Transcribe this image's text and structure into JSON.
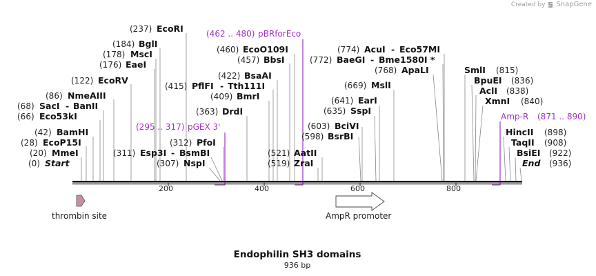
{
  "credit": {
    "prefix": "Created by",
    "brand": "SnapGene"
  },
  "map": {
    "title": "Endophilin SH3 domains",
    "length_label": "936 bp",
    "length": 936,
    "ticks": [
      "200",
      "400",
      "600",
      "800"
    ],
    "sites_left": [
      {
        "pos": "(237)",
        "name": "EcoRI",
        "bp": 237
      },
      {
        "pos": "(184)",
        "name": "BglI",
        "bp": 184
      },
      {
        "pos": "(178)",
        "name": "MscI",
        "bp": 178
      },
      {
        "pos": "(176)",
        "name": "EaeI",
        "bp": 176
      },
      {
        "pos": "(122)",
        "name": "EcoRV",
        "bp": 122
      },
      {
        "pos": "(86)",
        "name": "NmeAIII",
        "bp": 86
      },
      {
        "pos": "(68)",
        "name": "SacI",
        "name2": "BanII",
        "bp": 68
      },
      {
        "pos": "(66)",
        "name": "Eco53kI",
        "bp": 66
      },
      {
        "pos": "(42)",
        "name": "BamHI",
        "bp": 42
      },
      {
        "pos": "(28)",
        "name": "EcoP15I",
        "bp": 28
      },
      {
        "pos": "(20)",
        "name": "MmeI",
        "bp": 20
      },
      {
        "pos": "(0)",
        "name": "Start",
        "bp": 0,
        "italic": true
      }
    ],
    "sites_mid": [
      {
        "pos": "(460)",
        "name": "EcoO109I",
        "bp": 460
      },
      {
        "pos": "(457)",
        "name": "BbsI",
        "bp": 457
      },
      {
        "pos": "(422)",
        "name": "BsaAI",
        "bp": 422
      },
      {
        "pos": "(415)",
        "name": "PflFI",
        "name2": "Tth111I",
        "bp": 415
      },
      {
        "pos": "(409)",
        "name": "BmrI",
        "bp": 409
      },
      {
        "pos": "(363)",
        "name": "DrdI",
        "bp": 363
      },
      {
        "pos": "(312)",
        "name": "PfoI",
        "bp": 312
      },
      {
        "pos": "(311)",
        "name": "Esp3I",
        "name2": "BsmBI",
        "bp": 311
      },
      {
        "pos": "(307)",
        "name": "NspI",
        "bp": 307
      }
    ],
    "sites_mid_right": [
      {
        "pos": "(521)",
        "name": "AatII",
        "bp": 521
      },
      {
        "pos": "(519)",
        "name": "ZraI",
        "bp": 519
      },
      {
        "pos": "(598)",
        "name": "BsrBI",
        "bp": 598
      },
      {
        "pos": "(603)",
        "name": "BciVI",
        "bp": 603
      },
      {
        "pos": "(635)",
        "name": "SspI",
        "bp": 635
      },
      {
        "pos": "(641)",
        "name": "EarI",
        "bp": 641
      },
      {
        "pos": "(669)",
        "name": "MslI",
        "bp": 669
      },
      {
        "pos": "(768)",
        "name": "ApaLI",
        "bp": 768
      },
      {
        "pos": "(772)",
        "name": "BaeGI",
        "name2": "Bme1580I *",
        "bp": 772
      },
      {
        "pos": "(774)",
        "name": "AcuI",
        "name2": "Eco57MI",
        "bp": 774
      }
    ],
    "sites_right": [
      {
        "name": "SmlI",
        "pos": "(815)",
        "bp": 815
      },
      {
        "name": "BpuEI",
        "pos": "(836)",
        "bp": 836
      },
      {
        "name": "AclI",
        "pos": "(838)",
        "bp": 838
      },
      {
        "name": "XmnI",
        "pos": "(840)",
        "bp": 840
      },
      {
        "name": "HincII",
        "pos": "(898)",
        "bp": 898
      },
      {
        "name": "TaqII",
        "pos": "(908)",
        "bp": 908
      },
      {
        "name": "BsiEI",
        "pos": "(922)",
        "bp": 922
      },
      {
        "name": "End",
        "pos": "(936)",
        "bp": 936,
        "italic": true
      }
    ],
    "primers": [
      {
        "range": "(462 .. 480)",
        "name": "pBRforEco",
        "bp": 462
      },
      {
        "range": "(295 .. 317)",
        "name": "pGEX 3'",
        "bp": 317
      },
      {
        "name": "Amp-R",
        "range": "(871 .. 890)",
        "bp": 871
      }
    ],
    "features": [
      {
        "label": "thrombin site",
        "color": "#c58fa4"
      },
      {
        "label": "AmpR promoter",
        "color": "#ffffff"
      }
    ],
    "colors": {
      "primer": "#a030c8",
      "backbone": "#111111"
    }
  }
}
